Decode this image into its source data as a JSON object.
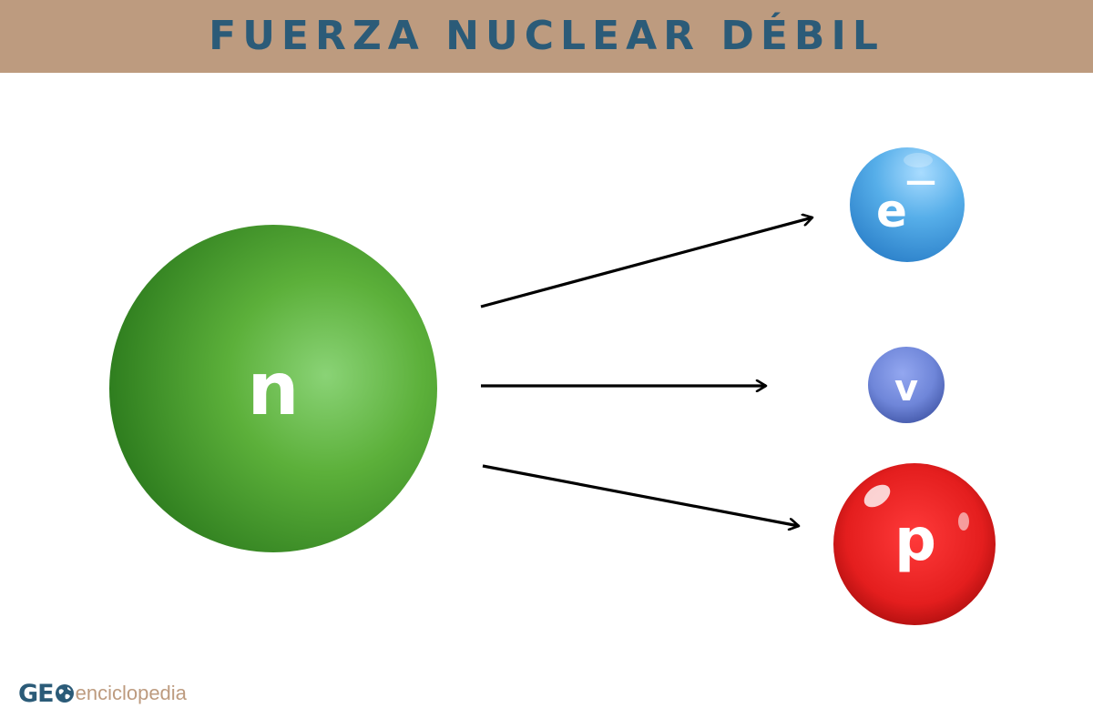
{
  "header": {
    "title": "FUERZA NUCLEAR DÉBIL",
    "background_color": "#bd9b7f",
    "title_color": "#2b5b78"
  },
  "diagram": {
    "source_particle": {
      "label": "n",
      "color": "#5cb03a"
    },
    "products": [
      {
        "id": "electron",
        "label": "e",
        "superscript": "—",
        "color": "#56aee9"
      },
      {
        "id": "neutrino",
        "label": "v",
        "color": "#6f86d9"
      },
      {
        "id": "proton",
        "label": "p",
        "color": "#e41e1e"
      }
    ],
    "arrow_color": "#000000"
  },
  "logo": {
    "part1": "GE",
    "part2": "enciclopedia",
    "icon": "globe-icon"
  }
}
